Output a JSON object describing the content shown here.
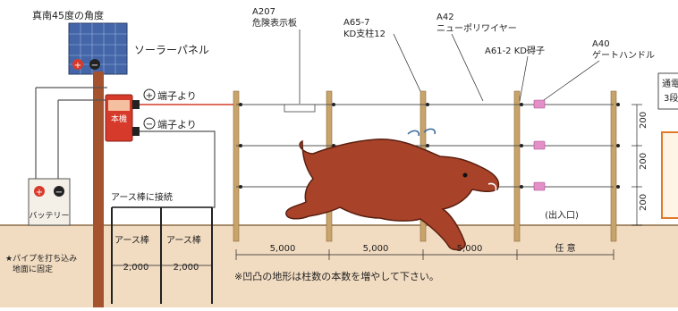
{
  "solar": {
    "title": "真南45度の角度",
    "label": "ソーラーパネル",
    "plus": "+",
    "minus": "−"
  },
  "controller": {
    "label": "本機",
    "plus_terminal": "端子より",
    "minus_terminal": "端子より",
    "plus_symbol": "+",
    "minus_symbol": "−"
  },
  "battery": {
    "label": "バッテリー",
    "plus": "+",
    "minus": "−"
  },
  "ground": {
    "connect_label": "アース棒に接続",
    "rod_label": "アース棒",
    "spacing_1": "2,000",
    "spacing_2": "2,000",
    "pipe_note_line1": "★パイプを打ち込み",
    "pipe_note_line2": "地面に固定"
  },
  "parts": {
    "p1_code": "A207",
    "p1_name": "危険表示板",
    "p2_code": "A65-7",
    "p2_name": "KD支柱12",
    "p3_code": "A42",
    "p3_name": "ニューポリワイヤー",
    "p4_code": "A61-2",
    "p4_name": "KD碍子",
    "p5_code": "A40",
    "p5_name": "ゲートハンドル"
  },
  "fence": {
    "note_line1": "通電",
    "note_line2": "3段",
    "heights": [
      "200",
      "200",
      "200"
    ],
    "gate_label": "(出入口)",
    "gate_width": "任 意",
    "spans": [
      "5,000",
      "5,000",
      "5,000"
    ]
  },
  "footnote": "※凹凸の地形は柱数の本数を増やして下さい。",
  "colors": {
    "controller": "#d63a2a",
    "boar": "#a8432a",
    "post": "#c9a46a",
    "handle": "#e58fc8",
    "ground": "#f2dcc1",
    "sign_border": "#e07a2a",
    "wire": "#555555"
  }
}
